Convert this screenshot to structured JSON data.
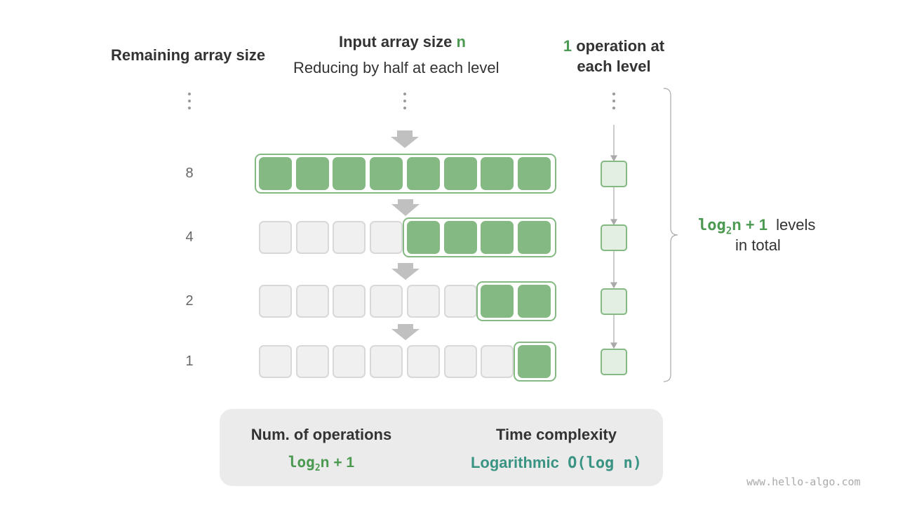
{
  "headers": {
    "remaining": "Remaining array size",
    "input_prefix": "Input array size ",
    "input_n": "n",
    "reducing": "Reducing by half at each level",
    "op_num": "1",
    "op_text": " operation at",
    "op_text2": "each level"
  },
  "rows": [
    {
      "size": "8",
      "active": 8
    },
    {
      "size": "4",
      "active": 4
    },
    {
      "size": "2",
      "active": 2
    },
    {
      "size": "1",
      "active": 1
    }
  ],
  "total_cells": 8,
  "levels": {
    "log": "log",
    "sub": "2",
    "n_plus": "n + 1",
    "levels_word": "levels",
    "in_total": "in total"
  },
  "summary": {
    "ops_title": "Num. of operations",
    "ops_log": "log",
    "ops_sub": "2",
    "ops_rest": "n + 1",
    "tc_title": "Time complexity",
    "tc_word": "Logarithmic",
    "tc_expr": "O(log n)"
  },
  "watermark": "www.hello-algo.com",
  "colors": {
    "green": "#85b983",
    "dark_green": "#4c9a52",
    "teal": "#3a9484",
    "grey": "#f0f0f0"
  }
}
